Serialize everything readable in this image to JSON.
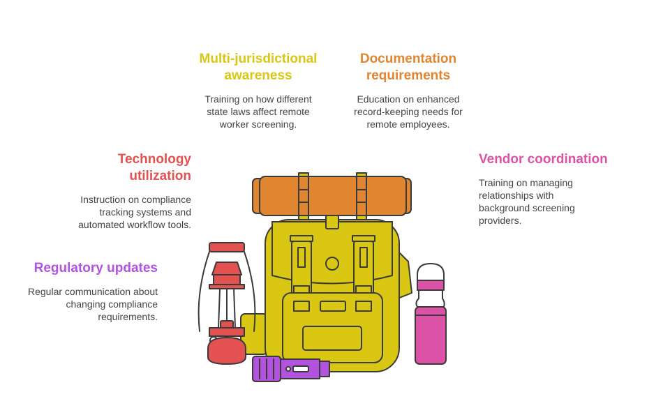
{
  "colors": {
    "yellow": "#D9C713",
    "orange": "#E08530",
    "red": "#E35151",
    "magenta": "#DC52A6",
    "purple": "#B452E0",
    "outline": "#3A3A3A",
    "text": "#444444"
  },
  "items": [
    {
      "title": "Multi-jurisdictional awareness",
      "desc": "Training on how different state laws affect remote worker screening.",
      "color_key": "yellow"
    },
    {
      "title": "Documentation requirements",
      "desc": "Education on enhanced record-keeping needs for remote employees.",
      "color_key": "orange"
    },
    {
      "title": "Technology utilization",
      "desc": "Instruction on compliance tracking systems and automated workflow tools.",
      "color_key": "red"
    },
    {
      "title": "Vendor coordination",
      "desc": "Training on managing relationships with background screening providers.",
      "color_key": "magenta"
    },
    {
      "title": "Regulatory updates",
      "desc": "Regular communication about changing compliance requirements.",
      "color_key": "purple"
    }
  ],
  "icons": {
    "backpack": "backpack-icon",
    "lantern": "lantern-icon",
    "bottle": "water-bottle-icon",
    "flashlight": "flashlight-icon"
  }
}
